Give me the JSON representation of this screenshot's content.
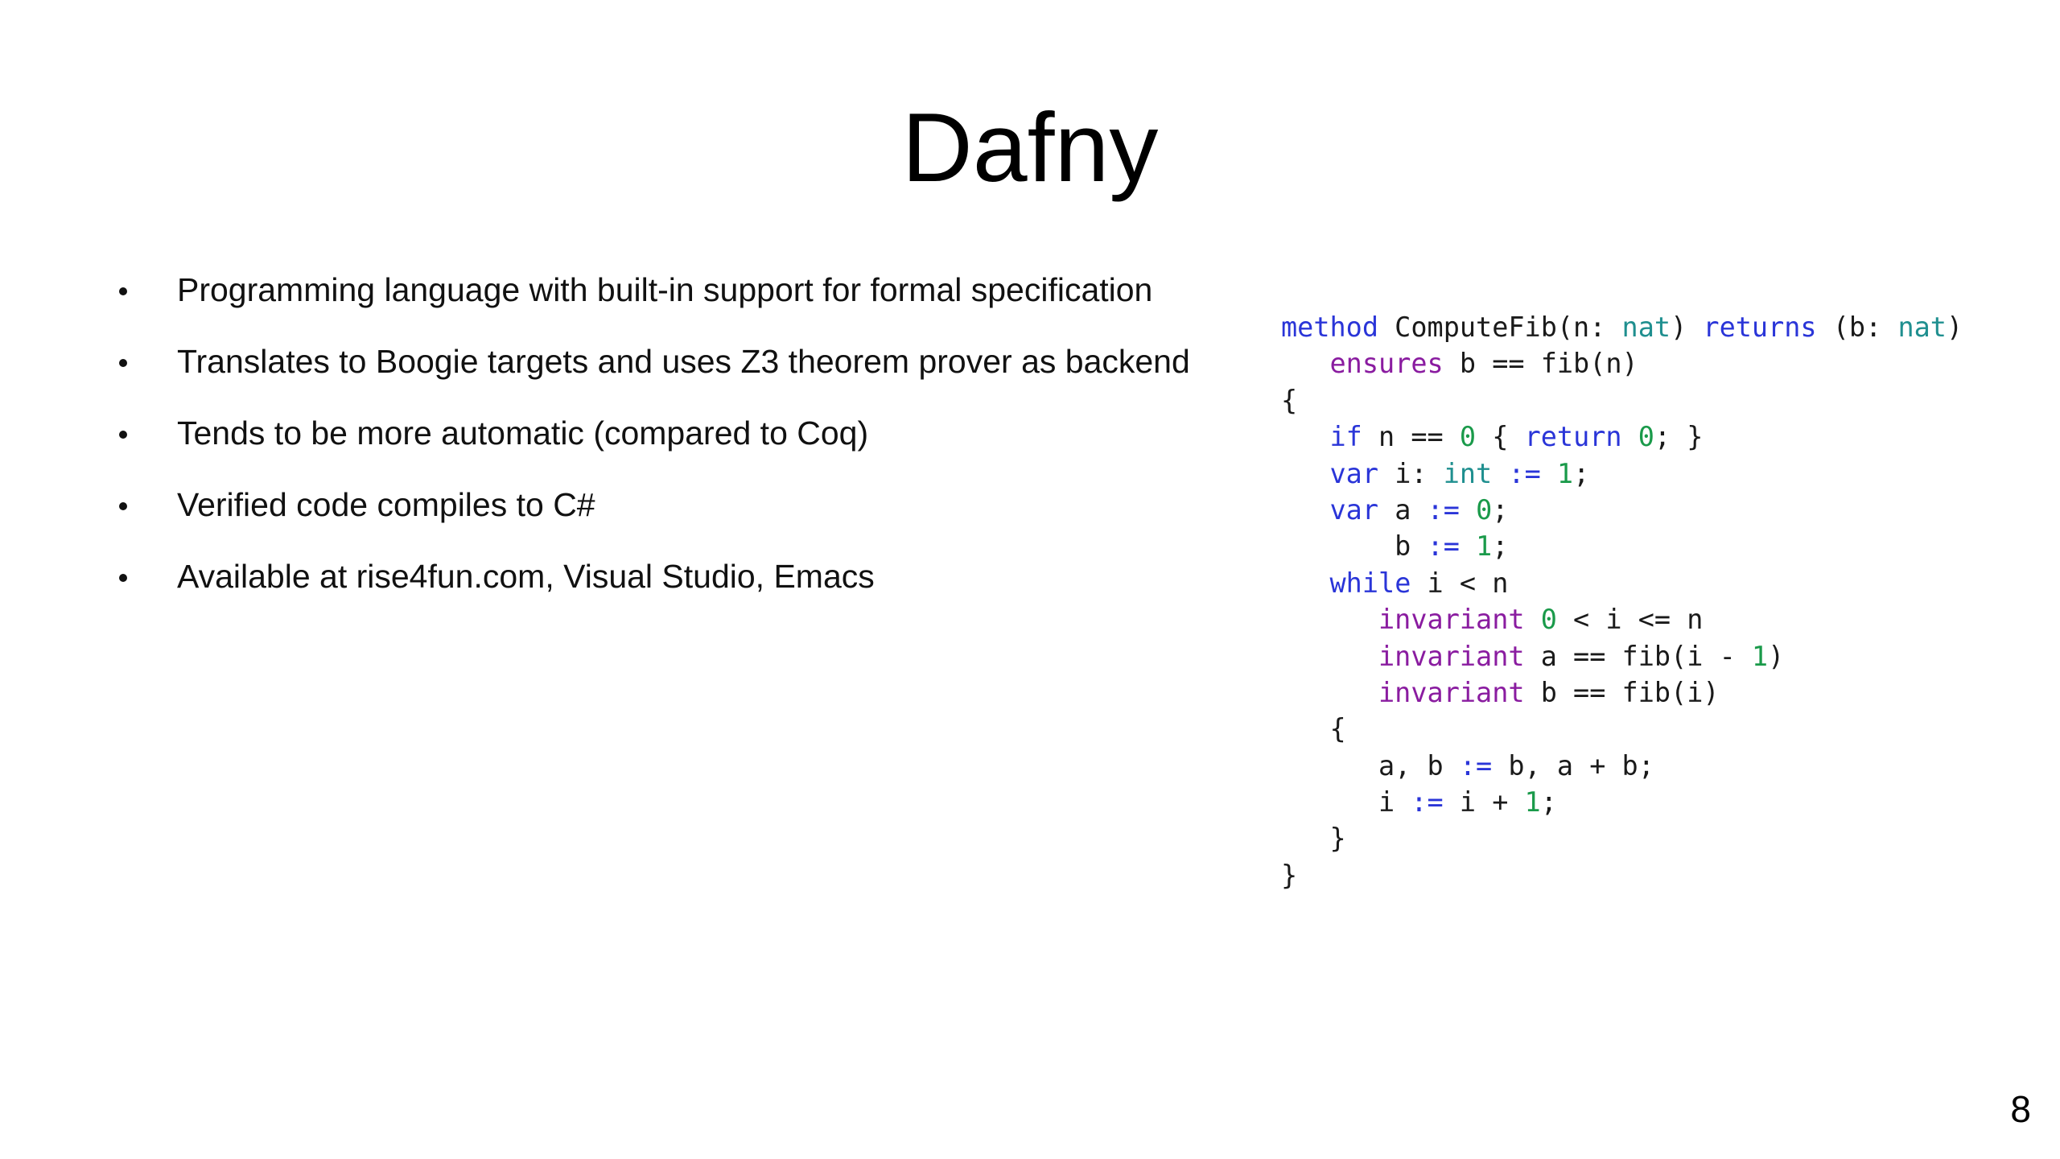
{
  "slide": {
    "title": "Dafny",
    "page_number": "8"
  },
  "bullets": [
    "Programming language with built-in support for formal specification",
    "Translates to Boogie targets and uses Z3 theorem prover as backend",
    "Tends to be more automatic (compared to Coq)",
    "Verified code compiles to C#",
    "Available at rise4fun.com, Visual Studio, Emacs"
  ],
  "code": {
    "language": "Dafny",
    "colors": {
      "keyword": "#2a35d8",
      "type": "#1f8f8f",
      "specification": "#8a1ca0",
      "number": "#1a9a4a",
      "plain": "#1a1a1a"
    },
    "lines": [
      [
        [
          "kw",
          "method"
        ],
        [
          "plain",
          " ComputeFib(n: "
        ],
        [
          "type",
          "nat"
        ],
        [
          "plain",
          ") "
        ],
        [
          "kw",
          "returns"
        ],
        [
          "plain",
          " (b: "
        ],
        [
          "type",
          "nat"
        ],
        [
          "plain",
          ")"
        ]
      ],
      [
        [
          "plain",
          "   "
        ],
        [
          "spec",
          "ensures"
        ],
        [
          "plain",
          " b == fib(n)"
        ]
      ],
      [
        [
          "plain",
          "{"
        ]
      ],
      [
        [
          "plain",
          "   "
        ],
        [
          "kw",
          "if"
        ],
        [
          "plain",
          " n == "
        ],
        [
          "num",
          "0"
        ],
        [
          "plain",
          " { "
        ],
        [
          "kw",
          "return"
        ],
        [
          "plain",
          " "
        ],
        [
          "num",
          "0"
        ],
        [
          "plain",
          "; }"
        ]
      ],
      [
        [
          "plain",
          "   "
        ],
        [
          "kw",
          "var"
        ],
        [
          "plain",
          " i: "
        ],
        [
          "type",
          "int"
        ],
        [
          "plain",
          " "
        ],
        [
          "op",
          ":="
        ],
        [
          "plain",
          " "
        ],
        [
          "num",
          "1"
        ],
        [
          "plain",
          ";"
        ]
      ],
      [
        [
          "plain",
          "   "
        ],
        [
          "kw",
          "var"
        ],
        [
          "plain",
          " a "
        ],
        [
          "op",
          ":="
        ],
        [
          "plain",
          " "
        ],
        [
          "num",
          "0"
        ],
        [
          "plain",
          ";"
        ]
      ],
      [
        [
          "plain",
          "       b "
        ],
        [
          "op",
          ":="
        ],
        [
          "plain",
          " "
        ],
        [
          "num",
          "1"
        ],
        [
          "plain",
          ";"
        ]
      ],
      [
        [
          "plain",
          "   "
        ],
        [
          "kw",
          "while"
        ],
        [
          "plain",
          " i < n"
        ]
      ],
      [
        [
          "plain",
          "      "
        ],
        [
          "spec",
          "invariant"
        ],
        [
          "plain",
          " "
        ],
        [
          "num",
          "0"
        ],
        [
          "plain",
          " < i <= n"
        ]
      ],
      [
        [
          "plain",
          "      "
        ],
        [
          "spec",
          "invariant"
        ],
        [
          "plain",
          " a == fib(i - "
        ],
        [
          "num",
          "1"
        ],
        [
          "plain",
          ")"
        ]
      ],
      [
        [
          "plain",
          "      "
        ],
        [
          "spec",
          "invariant"
        ],
        [
          "plain",
          " b == fib(i)"
        ]
      ],
      [
        [
          "plain",
          "   {"
        ]
      ],
      [
        [
          "plain",
          "      a, b "
        ],
        [
          "op",
          ":="
        ],
        [
          "plain",
          " b, a + b;"
        ]
      ],
      [
        [
          "plain",
          "      i "
        ],
        [
          "op",
          ":="
        ],
        [
          "plain",
          " i + "
        ],
        [
          "num",
          "1"
        ],
        [
          "plain",
          ";"
        ]
      ],
      [
        [
          "plain",
          "   }"
        ]
      ],
      [
        [
          "plain",
          "}"
        ]
      ]
    ]
  }
}
